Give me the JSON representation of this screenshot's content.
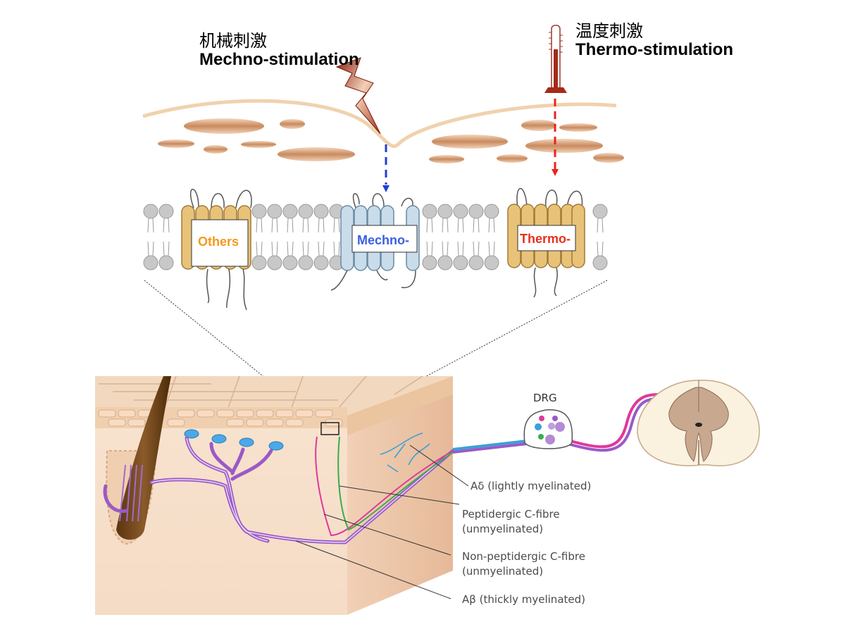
{
  "stimuli": {
    "mechano_cn": "机械刺激",
    "mechano_en": "Mechno-stimulation",
    "thermo_cn": "温度刺激",
    "thermo_en": "Thermo-stimulation"
  },
  "channels": {
    "others": "Others",
    "mechano": "Mechno-",
    "thermo": "Thermo-"
  },
  "ganglion": "DRG",
  "fibres": [
    {
      "line1": "Aδ (lightly myelinated)",
      "line2": ""
    },
    {
      "line1": "Peptidergic C-fibre",
      "line2": "(unmyelinated)"
    },
    {
      "line1": "Non-peptidergic C-fibre",
      "line2": "(unmyelinated)"
    },
    {
      "line1": "Aβ (thickly myelinated)",
      "line2": ""
    }
  ],
  "colors": {
    "mechano_arrow": "#1f3fd6",
    "thermo_arrow": "#e8261d",
    "others_text": "#f39a1c",
    "mechano_text": "#3b5fe0",
    "thermo_text": "#e8301a",
    "channel_tan": "#e9c27a",
    "channel_blue": "#c9dce9",
    "skin": "#f6e0c8"
  }
}
